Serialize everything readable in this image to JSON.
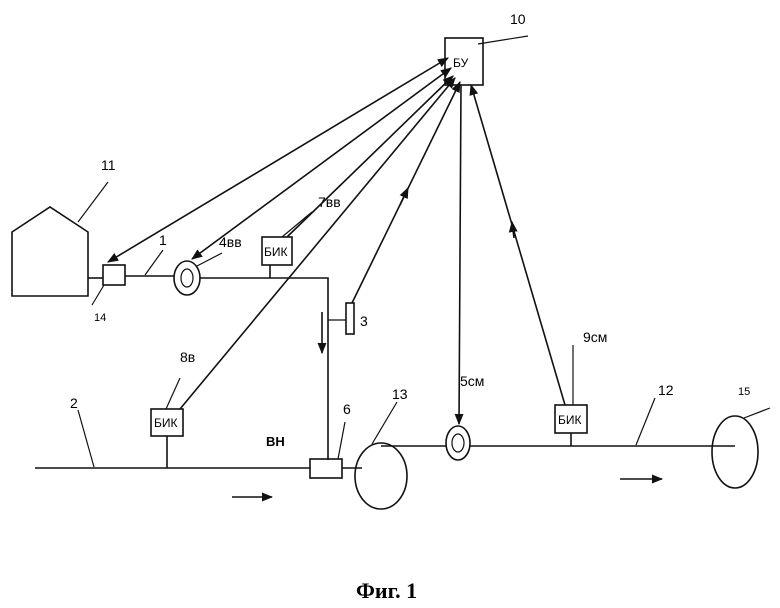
{
  "labels": {
    "n10": "10",
    "bu": "БУ",
    "n11": "11",
    "n1": "1",
    "n4vv": "4вв",
    "n7vv": "7вв",
    "bik_7": "БИК",
    "n14": "14",
    "n3": "3",
    "n8v": "8в",
    "bik_8": "БИК",
    "n2": "2",
    "n6": "6",
    "vn": "ВН",
    "n13": "13",
    "n5sm": "5см",
    "n9sm": "9см",
    "bik_9": "БИК",
    "n12": "12",
    "n15": "15"
  },
  "caption": "Фиг. 1",
  "colors": {
    "ink": "#111111",
    "fill13": "#c8c8c8"
  }
}
